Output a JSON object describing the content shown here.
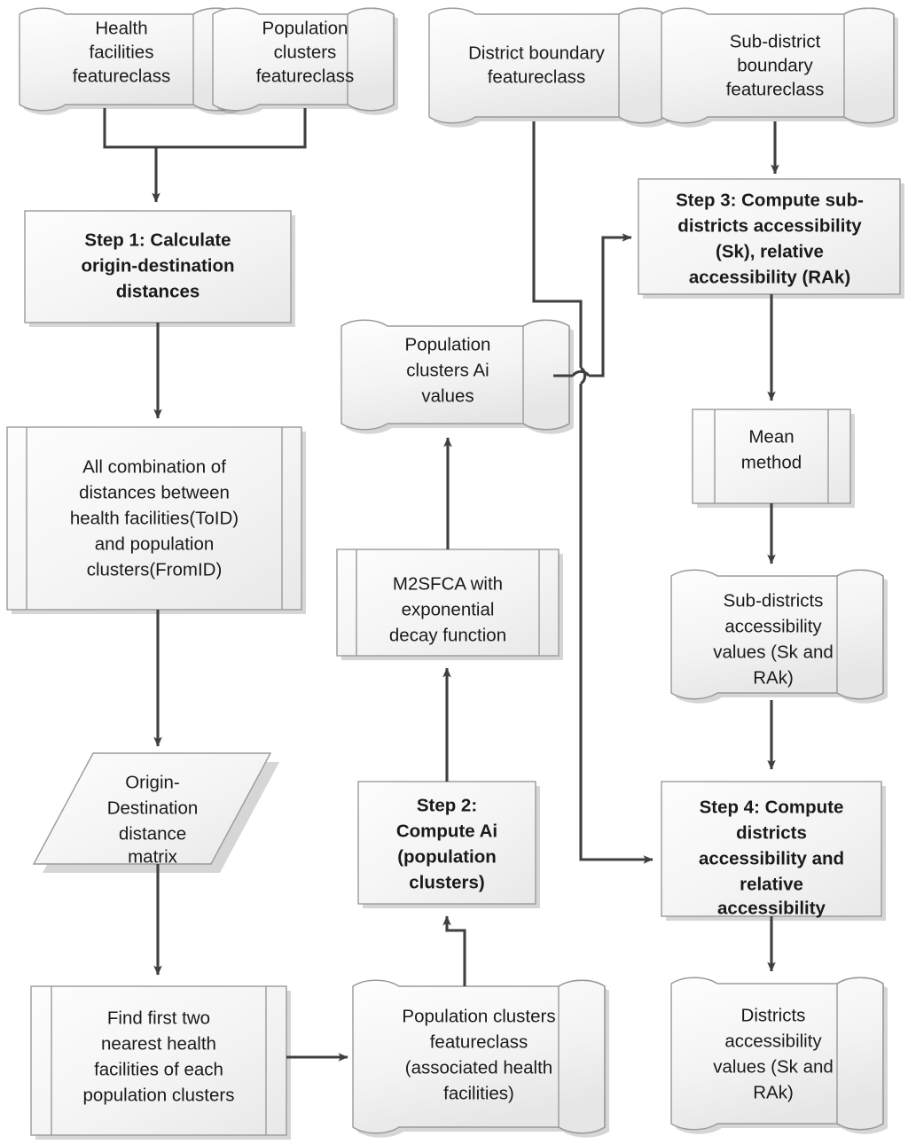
{
  "diagram": {
    "title": "Health facility accessibility analysis workflow",
    "colors": {
      "shape_fill_light": "#fbfbfb",
      "shape_fill_dark": "#ececec",
      "shape_stroke": "#9a9a9a",
      "connector": "#3f3f3f",
      "text": "#1a1a1a",
      "background": "#ffffff"
    },
    "nodes": [
      {
        "id": "health-facilities-featureclass",
        "shape": "document",
        "bold": false,
        "lines": [
          "Health",
          "facilities",
          "featureclass"
        ]
      },
      {
        "id": "population-clusters-featureclass",
        "shape": "document",
        "bold": false,
        "lines": [
          "Population",
          "clusters",
          "featureclass"
        ]
      },
      {
        "id": "district-boundary-featureclass",
        "shape": "document",
        "bold": false,
        "lines": [
          "District boundary",
          "featureclass"
        ]
      },
      {
        "id": "sub-district-boundary-featureclass",
        "shape": "document",
        "bold": false,
        "lines": [
          "Sub-district",
          "boundary",
          "featureclass"
        ]
      },
      {
        "id": "step-1-calculate-origin-destination-distances",
        "shape": "process",
        "bold": true,
        "lines": [
          "Step 1: Calculate",
          "origin-destination",
          "distances"
        ]
      },
      {
        "id": "step-3-compute-sub-districts-accessibility",
        "shape": "process",
        "bold": true,
        "lines": [
          "Step 3: Compute sub-",
          "districts accessibility",
          "(Sk), relative",
          "accessibility (RAk)"
        ]
      },
      {
        "id": "all-combination-of-distances",
        "shape": "predefined-process",
        "bold": false,
        "lines": [
          "All combination of",
          "distances between",
          "health facilities(ToID)",
          "and population",
          "clusters(FromID)"
        ]
      },
      {
        "id": "population-clusters-ai-values",
        "shape": "document",
        "bold": false,
        "lines": [
          "Population",
          "clusters Ai",
          "values"
        ]
      },
      {
        "id": "mean-method",
        "shape": "predefined-process",
        "bold": false,
        "lines": [
          "Mean",
          "method"
        ]
      },
      {
        "id": "m2sfca-with-exponential-decay-function",
        "shape": "predefined-process",
        "bold": false,
        "lines": [
          "M2SFCA with",
          "exponential",
          "decay function"
        ]
      },
      {
        "id": "sub-districts-accessibility-values",
        "shape": "document",
        "bold": false,
        "lines": [
          "Sub-districts",
          "accessibility",
          "values (Sk and",
          "RAk)"
        ]
      },
      {
        "id": "origin-destination-distance-matrix",
        "shape": "parallelogram",
        "bold": false,
        "lines": [
          "Origin-",
          "Destination",
          "distance",
          "matrix"
        ]
      },
      {
        "id": "step-2-compute-ai-population-clusters",
        "shape": "process",
        "bold": true,
        "lines": [
          "Step 2:",
          "Compute Ai",
          "(population",
          "clusters)"
        ]
      },
      {
        "id": "step-4-compute-districts-accessibility",
        "shape": "process",
        "bold": true,
        "lines": [
          "Step 4: Compute",
          "districts",
          "accessibility and",
          "relative",
          "accessibility"
        ]
      },
      {
        "id": "find-first-two-nearest-health-facilities",
        "shape": "predefined-process",
        "bold": false,
        "lines": [
          "Find first two",
          "nearest health",
          "facilities of each",
          "population clusters"
        ]
      },
      {
        "id": "population-clusters-featureclass-associated",
        "shape": "document",
        "bold": false,
        "lines": [
          "Population clusters",
          "featureclass",
          "(associated health",
          "facilities)"
        ]
      },
      {
        "id": "districts-accessibility-values",
        "shape": "document",
        "bold": false,
        "lines": [
          "Districts",
          "accessibility",
          "values (Sk and",
          "RAk)"
        ]
      }
    ],
    "edges": [
      {
        "from": "health-facilities-featureclass",
        "to": "step-1-calculate-origin-destination-distances"
      },
      {
        "from": "population-clusters-featureclass",
        "to": "step-1-calculate-origin-destination-distances"
      },
      {
        "from": "district-boundary-featureclass",
        "to": "step-4-compute-districts-accessibility"
      },
      {
        "from": "sub-district-boundary-featureclass",
        "to": "step-3-compute-sub-districts-accessibility"
      },
      {
        "from": "step-1-calculate-origin-destination-distances",
        "to": "all-combination-of-distances"
      },
      {
        "from": "all-combination-of-distances",
        "to": "origin-destination-distance-matrix"
      },
      {
        "from": "origin-destination-distance-matrix",
        "to": "find-first-two-nearest-health-facilities"
      },
      {
        "from": "find-first-two-nearest-health-facilities",
        "to": "population-clusters-featureclass-associated"
      },
      {
        "from": "population-clusters-featureclass-associated",
        "to": "step-2-compute-ai-population-clusters"
      },
      {
        "from": "step-2-compute-ai-population-clusters",
        "to": "m2sfca-with-exponential-decay-function"
      },
      {
        "from": "m2sfca-with-exponential-decay-function",
        "to": "population-clusters-ai-values"
      },
      {
        "from": "population-clusters-ai-values",
        "to": "step-3-compute-sub-districts-accessibility"
      },
      {
        "from": "step-3-compute-sub-districts-accessibility",
        "to": "mean-method"
      },
      {
        "from": "mean-method",
        "to": "sub-districts-accessibility-values"
      },
      {
        "from": "sub-districts-accessibility-values",
        "to": "step-4-compute-districts-accessibility"
      },
      {
        "from": "step-4-compute-districts-accessibility",
        "to": "districts-accessibility-values"
      }
    ]
  }
}
